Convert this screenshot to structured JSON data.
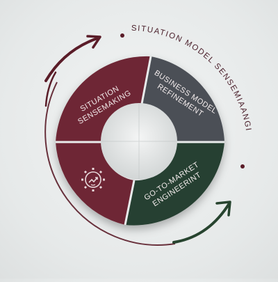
{
  "diagram": {
    "outer_caption": "SITUATION MODEL SENSEMIAANGI",
    "segments": [
      {
        "id": "situation",
        "line1": "SITUATION",
        "line2": "SENSEMAKING",
        "color": "#6e2735"
      },
      {
        "id": "business",
        "line1": "BUSINESS MODEL",
        "line2": "REFINEMENT",
        "color": "#4b5057"
      },
      {
        "id": "gtm",
        "line1": "GO-TO-MARKET",
        "line2": "ENGINEERINT",
        "color": "#263f30"
      },
      {
        "id": "icon-segment",
        "line1": "",
        "line2": "",
        "color": "#6e2735",
        "icon": "gear-growth-icon"
      }
    ],
    "colors": {
      "arrow": "#5a1c28",
      "arrow_green": "#27442f",
      "text_light": "#f3ecec",
      "caption": "#4a1f2a"
    }
  }
}
